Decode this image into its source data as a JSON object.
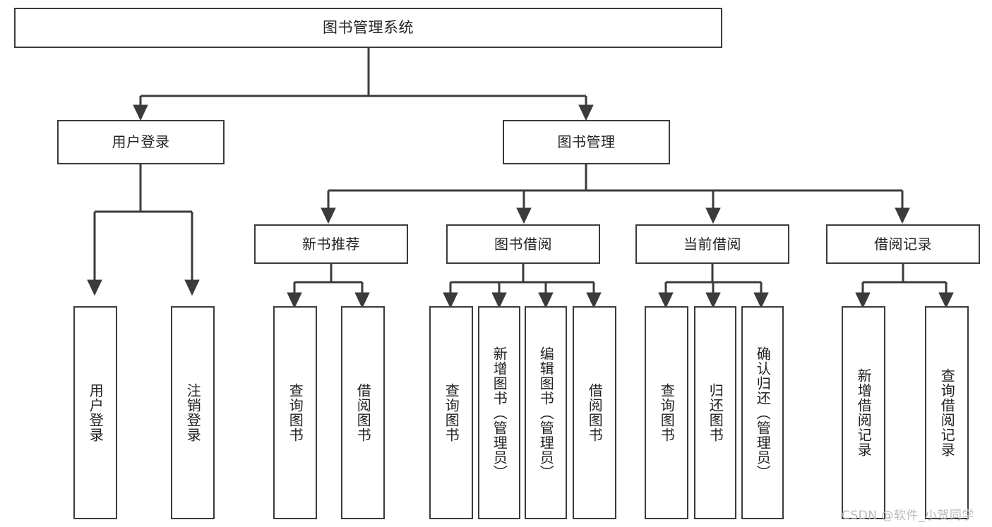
{
  "diagram": {
    "title": "图书管理系统",
    "type": "hierarchy-tree",
    "colors": {
      "box_border": "#3b3b3b",
      "box_fill": "#ffffff",
      "connector": "#3b3b3b",
      "text": "#222222",
      "watermark": "#b9b9b9"
    },
    "nodes": {
      "root": {
        "label": "图书管理系统"
      },
      "level1": [
        {
          "id": "user-login",
          "label": "用户登录"
        },
        {
          "id": "book-manage",
          "label": "图书管理"
        }
      ],
      "level2": [
        {
          "id": "new-book-recommend",
          "label": "新书推荐"
        },
        {
          "id": "book-borrow",
          "label": "图书借阅"
        },
        {
          "id": "current-borrow",
          "label": "当前借阅"
        },
        {
          "id": "borrow-record",
          "label": "借阅记录"
        }
      ],
      "leaves": {
        "user_login": [
          {
            "id": "leaf-user-login",
            "label": "用户登录"
          },
          {
            "id": "leaf-logout-login",
            "label": "注销登录"
          }
        ],
        "new_book_recommend": [
          {
            "id": "leaf-query-book-1",
            "label": "查询图书"
          },
          {
            "id": "leaf-borrow-book-1",
            "label": "借阅图书"
          }
        ],
        "book_borrow": [
          {
            "id": "leaf-query-book-2",
            "label": "查询图书"
          },
          {
            "id": "leaf-add-book",
            "label": "新增图书（管理员）"
          },
          {
            "id": "leaf-edit-book",
            "label": "编辑图书（管理员）"
          },
          {
            "id": "leaf-borrow-book-2",
            "label": "借阅图书"
          }
        ],
        "current_borrow": [
          {
            "id": "leaf-query-book-3",
            "label": "查询图书"
          },
          {
            "id": "leaf-return-book",
            "label": "归还图书"
          },
          {
            "id": "leaf-confirm-return",
            "label": "确认归还（管理员）"
          }
        ],
        "borrow_record": [
          {
            "id": "leaf-add-record",
            "label": "新增借阅记录"
          },
          {
            "id": "leaf-query-record",
            "label": "查询借阅记录"
          }
        ]
      }
    },
    "watermark": "CSDN @软件_小贺同学"
  }
}
